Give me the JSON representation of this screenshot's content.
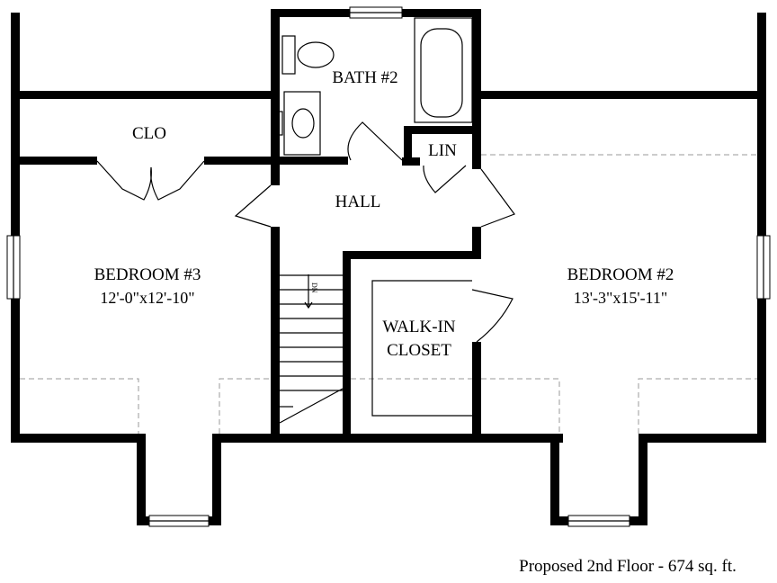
{
  "rooms": {
    "bath": {
      "label": "BATH #2"
    },
    "closet": {
      "label": "CLO"
    },
    "linen": {
      "label": "LIN"
    },
    "hall": {
      "label": "HALL"
    },
    "bedroom3": {
      "label": "BEDROOM #3",
      "size": "12'-0\"x12'-10\""
    },
    "bedroom2": {
      "label": "BEDROOM #2",
      "size": "13'-3\"x15'-11\""
    },
    "walkin": {
      "line1": "WALK-IN",
      "line2": "CLOSET"
    }
  },
  "stairs": {
    "direction_label": "DN"
  },
  "caption": "Proposed 2nd Floor - 674 sq. ft."
}
